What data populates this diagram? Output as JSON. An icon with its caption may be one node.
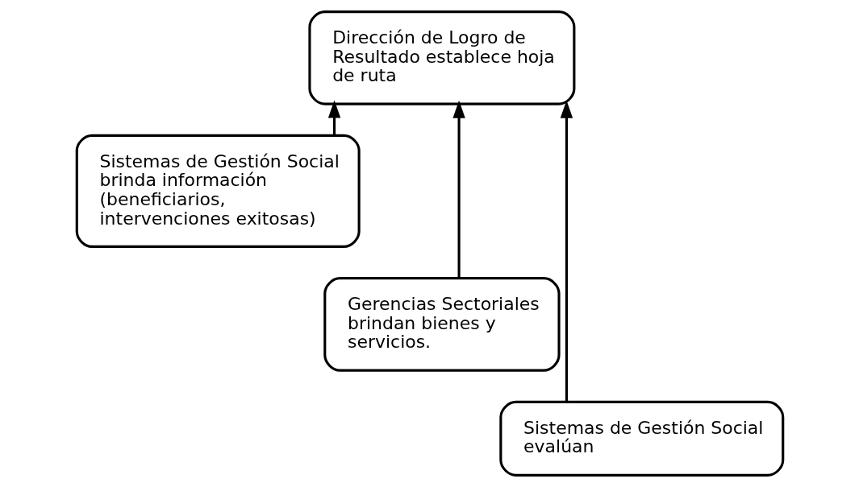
{
  "diagram": {
    "nodes": [
      {
        "text": [
          "Dirección de Logro de Resultado establece hoja de ruta"
        ]
      },
      {
        "text": [
          "Sistemas de Gestión Social brinda información (beneficiarios, intervenciones exitosas)"
        ]
      },
      {
        "text": [
          "Gerencias Sectoriales brindan bienes y servicios."
        ]
      },
      {
        "text": [
          "Sistemas de Gestión Social evalúan"
        ]
      }
    ],
    "edges": [
      {
        "from": 1,
        "to": 0,
        "arrow": "to"
      },
      {
        "from": 2,
        "to": 0,
        "arrow": "to"
      },
      {
        "from": 3,
        "to": 0,
        "arrow": "to"
      }
    ]
  }
}
